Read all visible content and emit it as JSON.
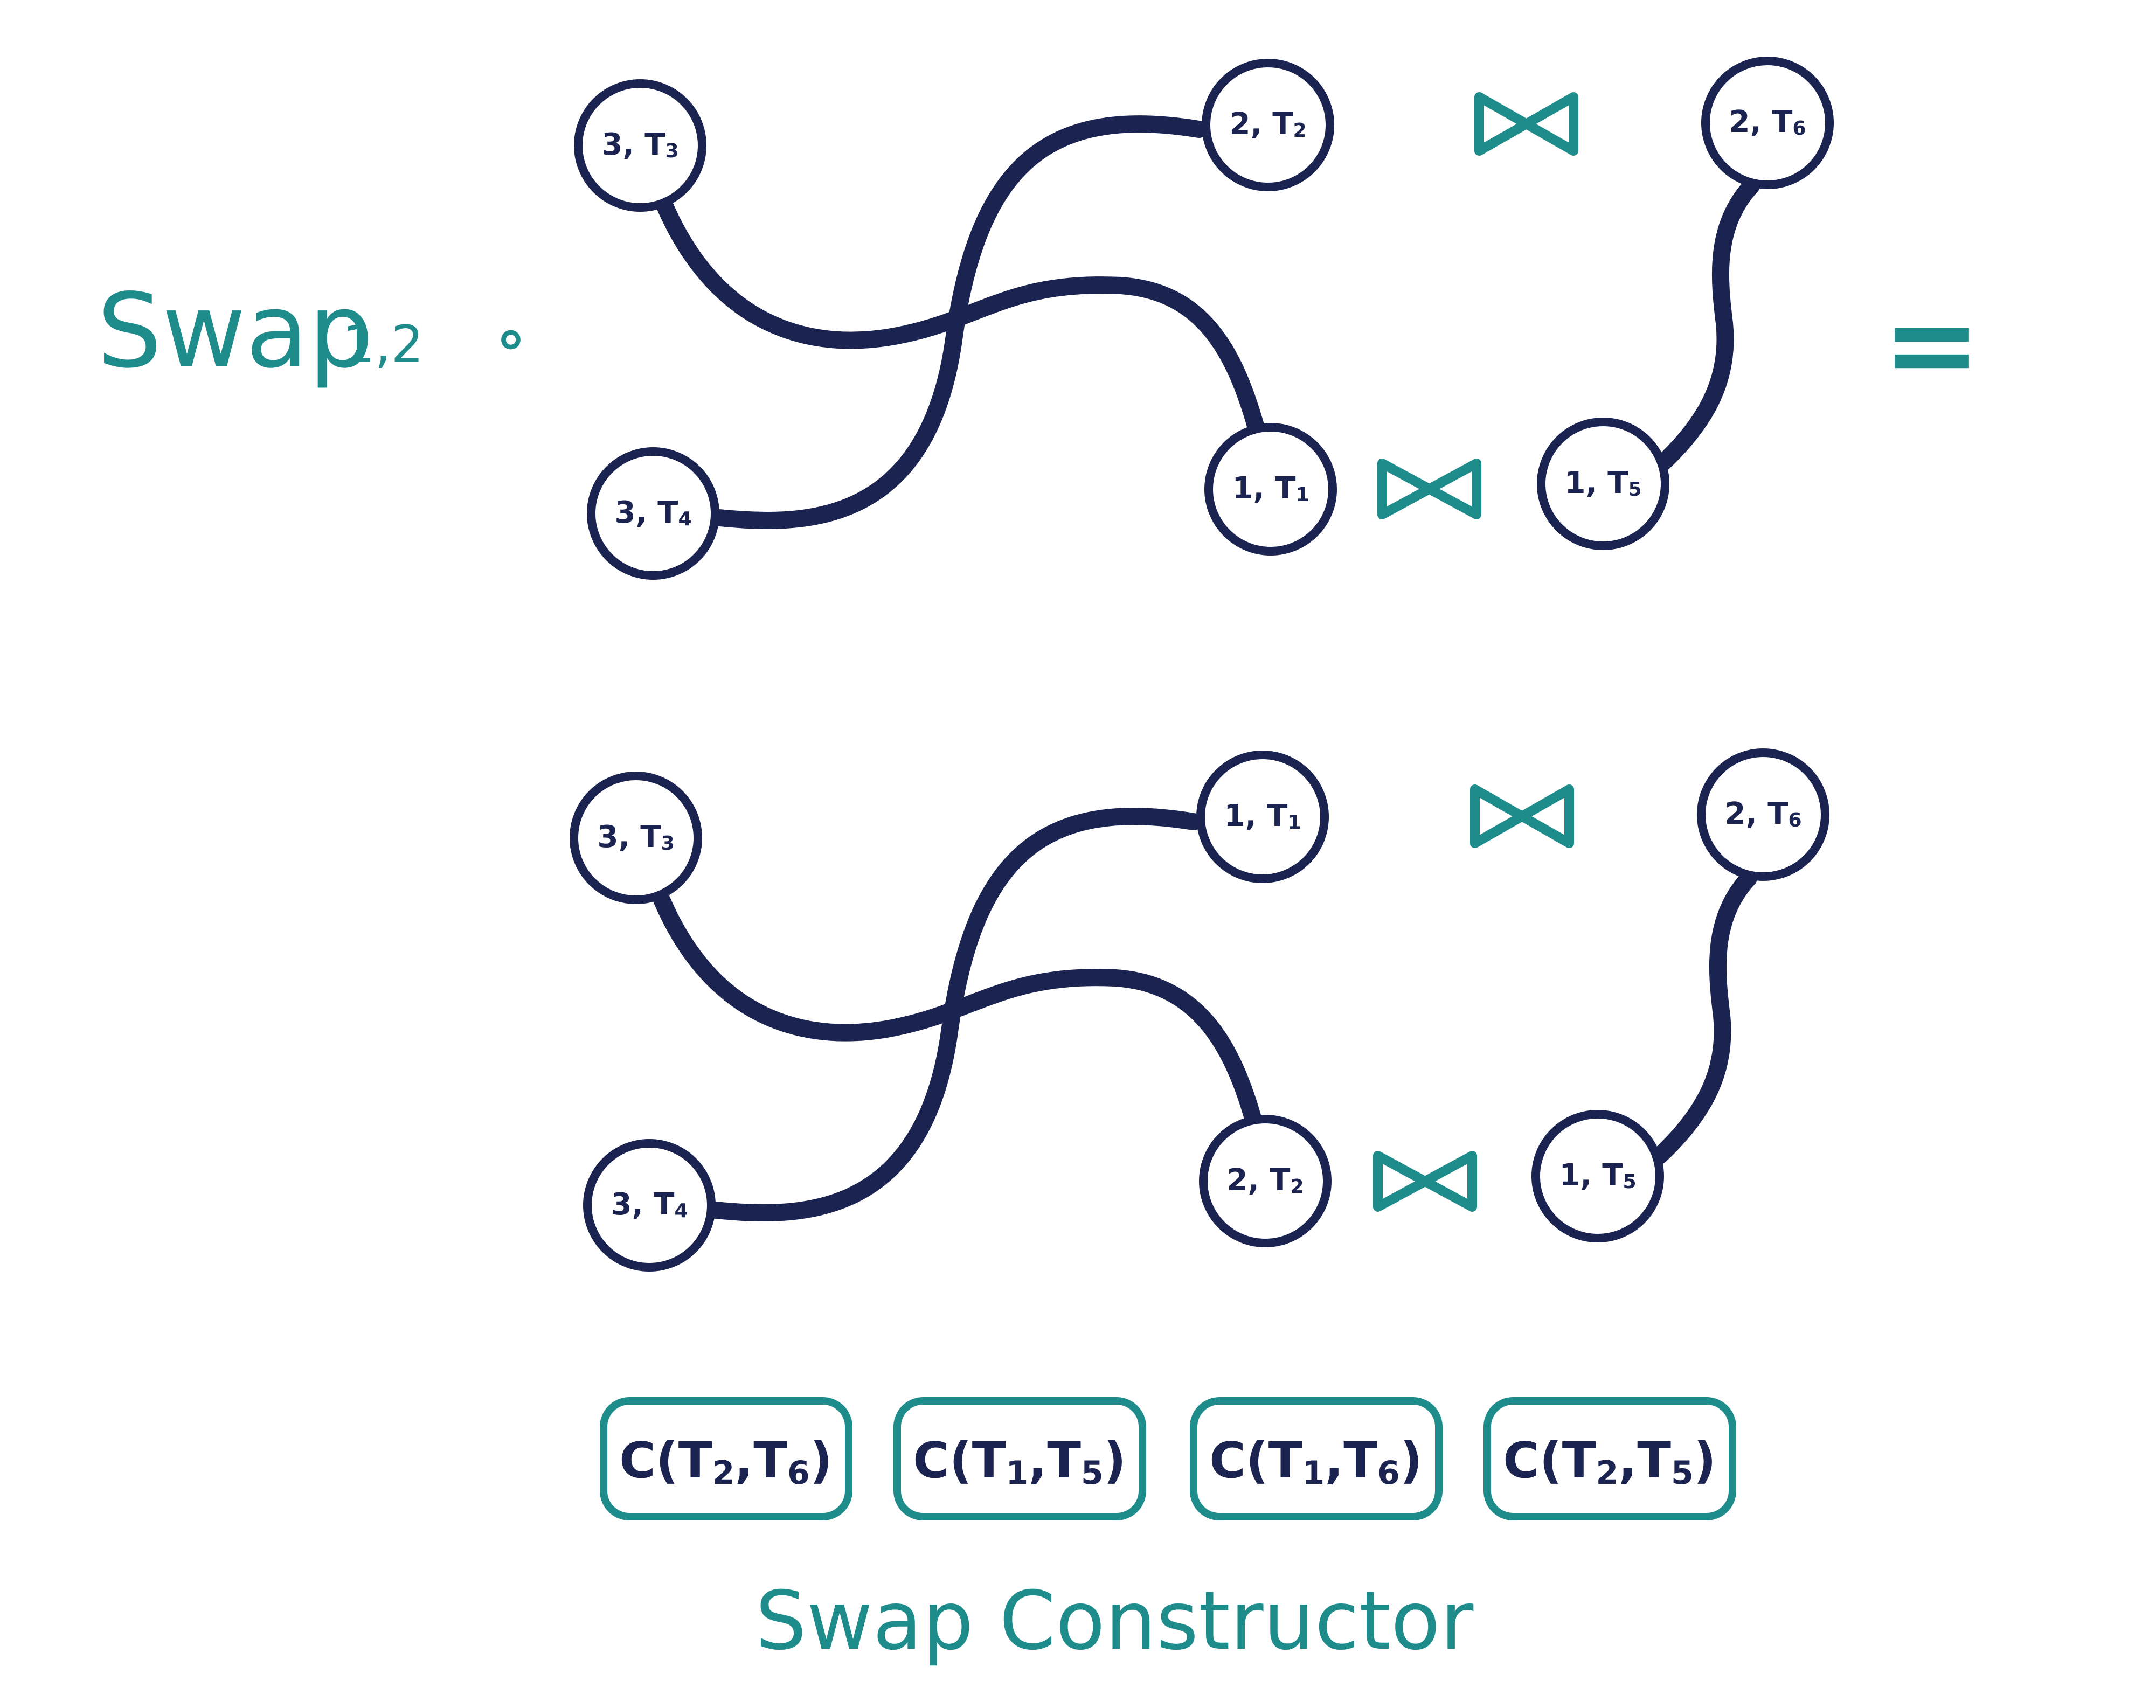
{
  "colors": {
    "navy": "#1b2350",
    "teal": "#1f8c8c",
    "background": "#ffffff"
  },
  "operator": {
    "swap_label": "Swap",
    "swap_subscript": "1,2",
    "compose_symbol": "∘",
    "equals_symbol": "="
  },
  "top_diagram": {
    "nodes": [
      {
        "id": "a",
        "num": "3",
        "t": "T",
        "sub": "3"
      },
      {
        "id": "b",
        "num": "3",
        "t": "T",
        "sub": "4"
      },
      {
        "id": "c",
        "num": "2",
        "t": "T",
        "sub": "2"
      },
      {
        "id": "d",
        "num": "1",
        "t": "T",
        "sub": "1"
      },
      {
        "id": "e",
        "num": "2",
        "t": "T",
        "sub": "6"
      },
      {
        "id": "f",
        "num": "1",
        "t": "T",
        "sub": "5"
      }
    ],
    "edges": [
      [
        "a",
        "d"
      ],
      [
        "b",
        "c"
      ],
      [
        "e",
        "f"
      ]
    ],
    "join_symbols": [
      "bowtie-icon",
      "bowtie-icon"
    ]
  },
  "bottom_diagram": {
    "nodes": [
      {
        "id": "a",
        "num": "3",
        "t": "T",
        "sub": "3"
      },
      {
        "id": "b",
        "num": "3",
        "t": "T",
        "sub": "4"
      },
      {
        "id": "c",
        "num": "1",
        "t": "T",
        "sub": "1"
      },
      {
        "id": "d",
        "num": "2",
        "t": "T",
        "sub": "2"
      },
      {
        "id": "e",
        "num": "2",
        "t": "T",
        "sub": "6"
      },
      {
        "id": "f",
        "num": "1",
        "t": "T",
        "sub": "5"
      }
    ],
    "edges": [
      [
        "a",
        "d"
      ],
      [
        "b",
        "c"
      ],
      [
        "e",
        "f"
      ]
    ],
    "join_symbols": [
      "bowtie-icon",
      "bowtie-icon"
    ]
  },
  "constraints": [
    {
      "prefix": "C(T",
      "sub1": "2",
      "mid": ",T",
      "sub2": "6",
      "suffix": ")"
    },
    {
      "prefix": "C(T",
      "sub1": "1",
      "mid": ",T",
      "sub2": "5",
      "suffix": ")"
    },
    {
      "prefix": "C(T",
      "sub1": "1",
      "mid": ",T",
      "sub2": "6",
      "suffix": ")"
    },
    {
      "prefix": "C(T",
      "sub1": "2",
      "mid": ",T",
      "sub2": "5",
      "suffix": ")"
    }
  ],
  "caption": "Swap Constructor"
}
